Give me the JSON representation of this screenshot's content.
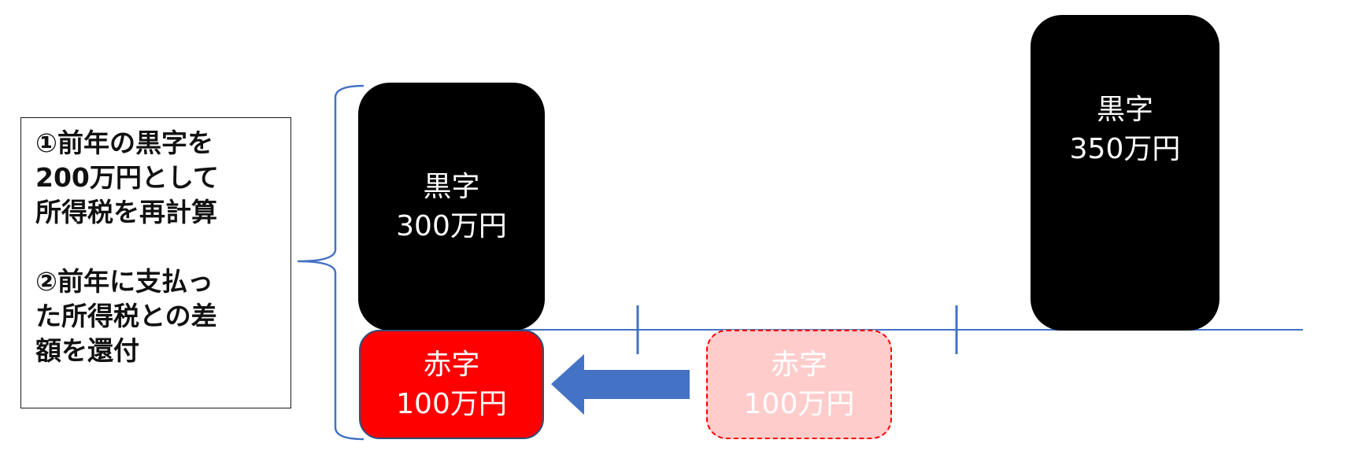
{
  "explanation": {
    "lines": [
      "①前年の黒字を",
      "200万円として",
      "所得税を再計算",
      "",
      "②前年に支払っ",
      "た所得税との差",
      "額を還付"
    ]
  },
  "blocks": {
    "profit_prior": {
      "label": "黒字",
      "amount": "300万円",
      "color": "#000000"
    },
    "loss_carried_back": {
      "label": "赤字",
      "amount": "100万円",
      "color": "#ff0000"
    },
    "loss_original": {
      "label": "赤字",
      "amount": "100万円",
      "color": "#ffcccc"
    },
    "profit_later": {
      "label": "黒字",
      "amount": "350万円",
      "color": "#000000"
    }
  },
  "colors": {
    "timeline": "#4472c4",
    "arrow": "#4472c4",
    "brace": "#4472c4"
  },
  "icons": {
    "arrow": "left-arrow-icon",
    "brace": "curly-brace-icon"
  }
}
